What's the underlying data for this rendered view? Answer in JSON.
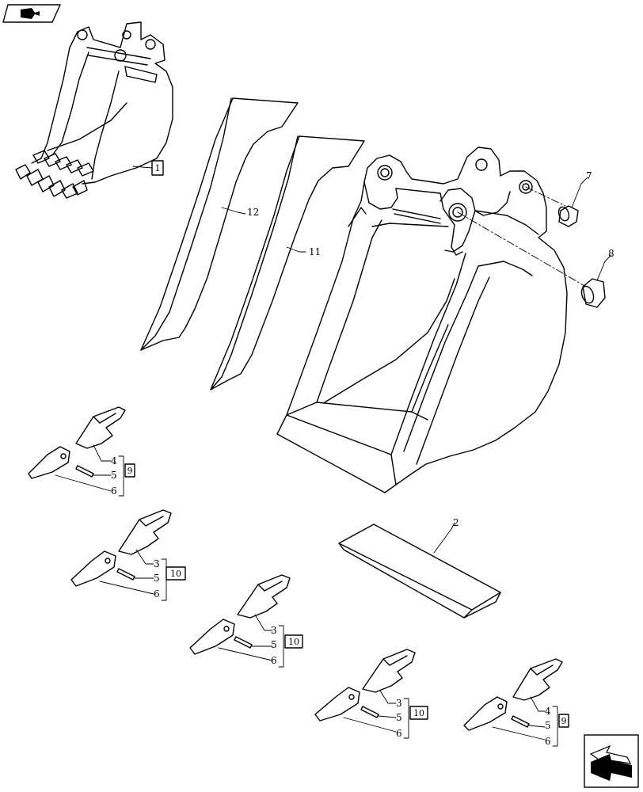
{
  "labels": {
    "c1": "1",
    "c2": "2",
    "c7": "7",
    "c8": "8",
    "c11": "11",
    "c12": "12",
    "g1": {
      "a": "4",
      "b": "5",
      "c": "6",
      "ref": "9"
    },
    "g2": {
      "a": "3",
      "b": "5",
      "c": "6",
      "ref": "10"
    },
    "g3": {
      "a": "3",
      "b": "5",
      "c": "6",
      "ref": "10"
    },
    "g4": {
      "a": "3",
      "b": "5",
      "c": "6",
      "ref": "10"
    },
    "g5": {
      "a": "4",
      "b": "5",
      "c": "6",
      "ref": "9"
    }
  },
  "icons": {
    "top_left": "book-with-arrow-icon",
    "bottom_right": "next-page-arrow-icon"
  }
}
